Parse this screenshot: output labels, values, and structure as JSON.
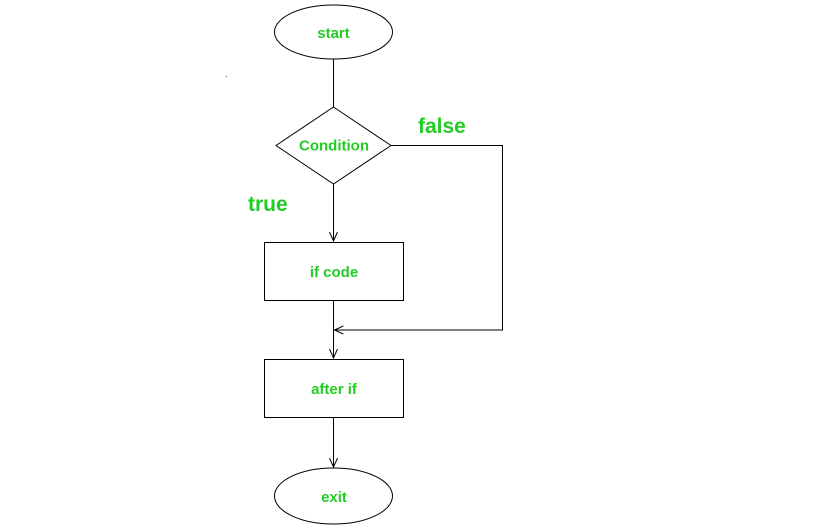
{
  "colors": {
    "label": "#22cc22",
    "stroke": "#000000",
    "background": "#ffffff"
  },
  "nodes": {
    "start": "start",
    "condition": "Condition",
    "if_code": "if code",
    "after_if": "after if",
    "exit": "exit"
  },
  "branches": {
    "true": "true",
    "false": "false"
  }
}
